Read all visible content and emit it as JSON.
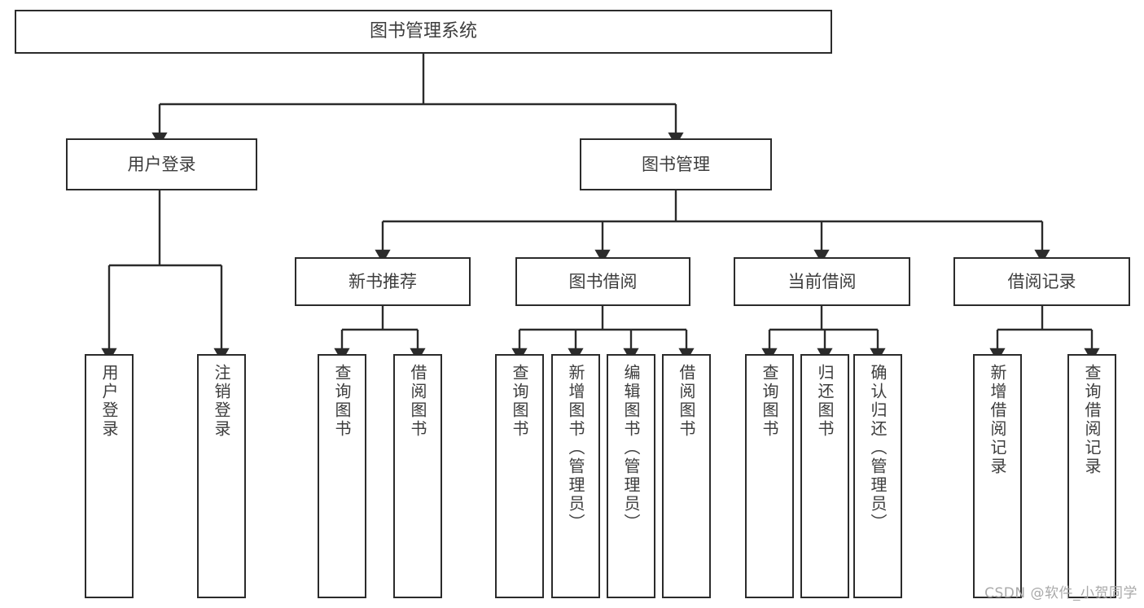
{
  "diagram": {
    "title": "图书管理系统",
    "watermark": "CSDN @软件_小贺同学",
    "colors": {
      "box_border": "#2b2b2b",
      "box_fill": "#ffffff",
      "connector": "#2b2b2b",
      "text": "#3d3d3d",
      "watermark": "#a9a9a9",
      "background": "#ffffff"
    },
    "nodes": {
      "root": {
        "label": "图书管理系统",
        "level": 0,
        "orientation": "horizontal"
      },
      "l1": [
        {
          "label": "用户登录",
          "orientation": "horizontal"
        },
        {
          "label": "图书管理",
          "orientation": "horizontal"
        }
      ],
      "l2": [
        {
          "label": "新书推荐",
          "orientation": "horizontal"
        },
        {
          "label": "图书借阅",
          "orientation": "horizontal"
        },
        {
          "label": "当前借阅",
          "orientation": "horizontal"
        },
        {
          "label": "借阅记录",
          "orientation": "horizontal"
        }
      ],
      "leaves_user_login": [
        {
          "label": "用户登录",
          "orientation": "vertical"
        },
        {
          "label": "注销登录",
          "orientation": "vertical"
        }
      ],
      "leaves_new_book": [
        {
          "label": "查询图书",
          "orientation": "vertical"
        },
        {
          "label": "借阅图书",
          "orientation": "vertical"
        }
      ],
      "leaves_borrow": [
        {
          "label": "查询图书",
          "orientation": "vertical"
        },
        {
          "label": "新增图书（管理员）",
          "orientation": "vertical"
        },
        {
          "label": "编辑图书（管理员）",
          "orientation": "vertical"
        },
        {
          "label": "借阅图书",
          "orientation": "vertical"
        }
      ],
      "leaves_current": [
        {
          "label": "查询图书",
          "orientation": "vertical"
        },
        {
          "label": "归还图书",
          "orientation": "vertical"
        },
        {
          "label": "确认归还（管理员）",
          "orientation": "vertical"
        }
      ],
      "leaves_records": [
        {
          "label": "新增借阅记录",
          "orientation": "vertical"
        },
        {
          "label": "查询借阅记录",
          "orientation": "vertical"
        }
      ]
    }
  }
}
